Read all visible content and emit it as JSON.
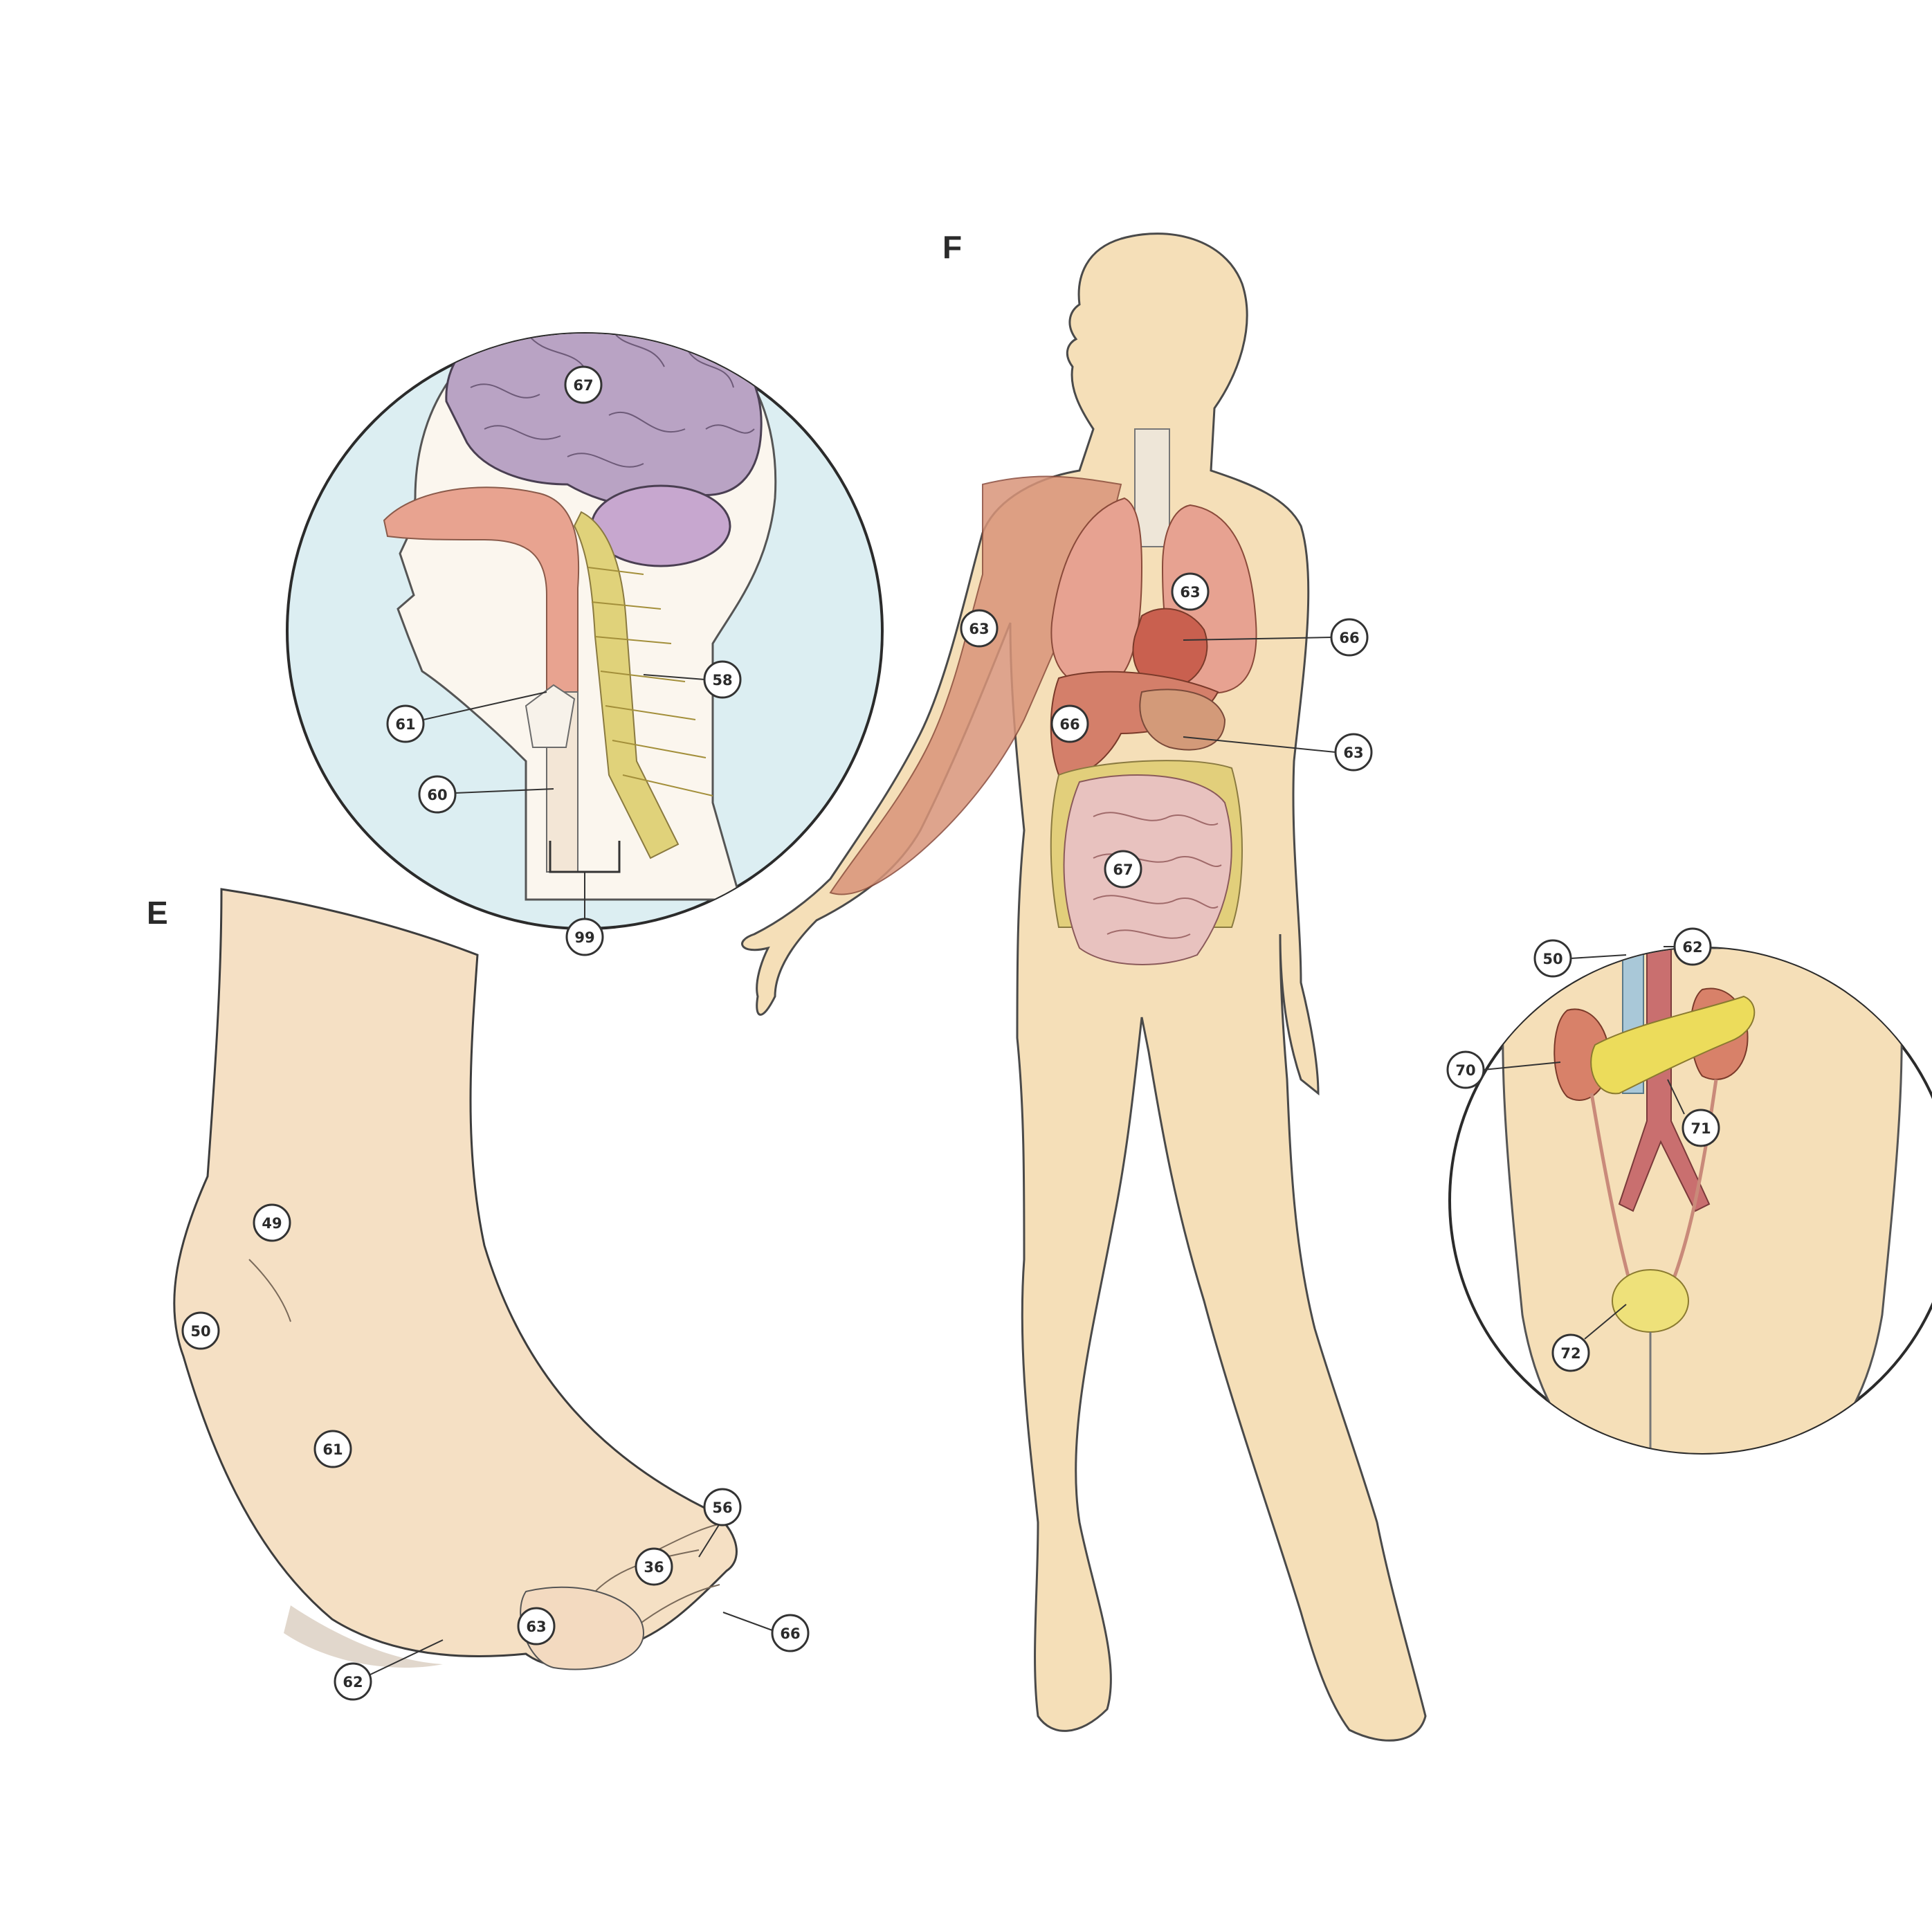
{
  "sections": {
    "E": "E",
    "F": "F"
  },
  "colors": {
    "skin": "#f5dfb8",
    "skin_outline": "#5a4a3a",
    "circle_bg": "#dceef2",
    "brain": "#b9a3c4",
    "cerebellum": "#c7a7cf",
    "nasal": "#e8a390",
    "spine": "#e0d27a",
    "lung": "#e7a291",
    "heart": "#c9604f",
    "liver": "#d47f6a",
    "stomach": "#d39a79",
    "colon": "#e2cf7b",
    "intestines": "#e8c2bf",
    "muscle": "#d9957a",
    "kidney": "#d88169",
    "pancreas": "#ecdc5b",
    "bladder": "#eee17a",
    "aorta": "#c96f6f",
    "vein": "#a9c8d8"
  },
  "callouts": {
    "head": {
      "brain": "67",
      "spinal_cord": "58",
      "pharynx": "61",
      "larynx": "60",
      "trachea": "99"
    },
    "foot": {
      "ankle": "49",
      "heel": "50",
      "sole": "61",
      "toe_top": "56",
      "toe_mid": "36",
      "toe_nail": "66",
      "big_toe": "63",
      "ball": "62"
    },
    "body": {
      "arm_muscle": "63",
      "lung": "63",
      "heart": "66",
      "liver": "66",
      "stomach": "63",
      "intestines": "67"
    },
    "abdomen": {
      "vena_cava": "50",
      "aorta": "62",
      "kidney": "70",
      "pancreas": "71",
      "bladder": "72"
    }
  }
}
